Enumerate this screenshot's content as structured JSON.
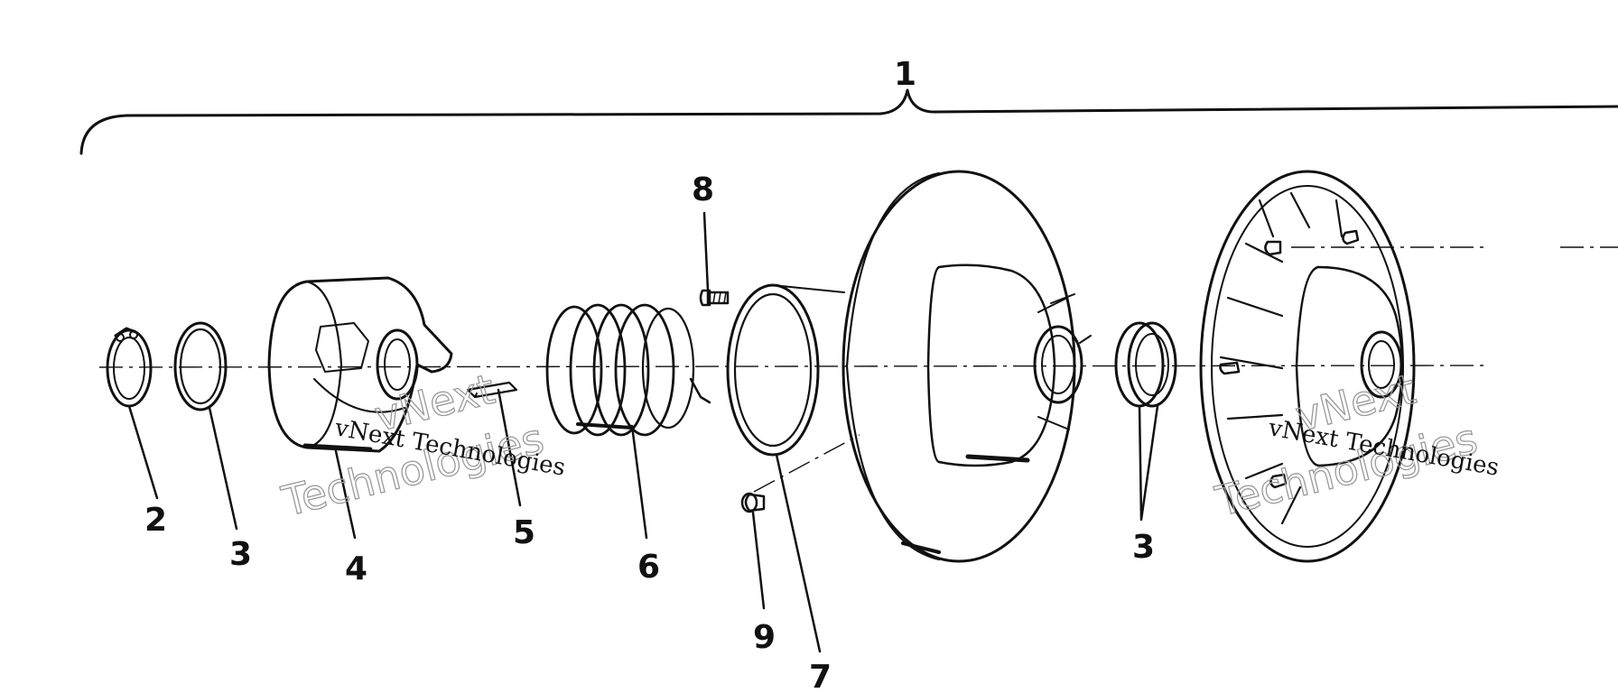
{
  "diagram": {
    "assembly_label": "1",
    "callouts": [
      {
        "id": "c2",
        "label": "2"
      },
      {
        "id": "c3a",
        "label": "3"
      },
      {
        "id": "c4",
        "label": "4"
      },
      {
        "id": "c5",
        "label": "5"
      },
      {
        "id": "c6",
        "label": "6"
      },
      {
        "id": "c7",
        "label": "7"
      },
      {
        "id": "c8",
        "label": "8"
      },
      {
        "id": "c9",
        "label": "9"
      },
      {
        "id": "c3b",
        "label": "3"
      }
    ],
    "watermark": {
      "text_small": "vNext Technologies",
      "text_big_line1": "vNext",
      "text_big_line2": "Technologies"
    },
    "colors": {
      "ink": "#111111",
      "watermark_outline": "#9a9a9a",
      "background": "#ffffff"
    }
  }
}
